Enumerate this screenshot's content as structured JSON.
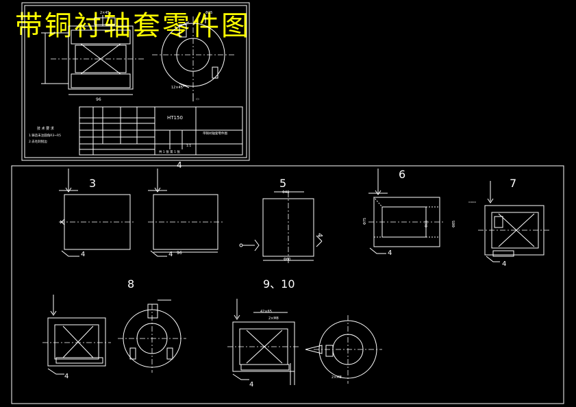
{
  "title": "带铜衬轴套零件图",
  "drawing": {
    "material": "HT150",
    "part_name": "带铜衬轴套零件图",
    "tech_heading": "技 术 要 求",
    "tech_line1": "1.铸造未注圆角R3~R5",
    "tech_line2": "2.去毛刺锐边",
    "scale": "1:1",
    "sheets": "共 1 张 第 1 张",
    "dim_96": "96",
    "dim_2x45": "2×45",
    "dim_12x45": "12×45°",
    "dim_phi25": "Φ25"
  },
  "steps": {
    "s3": "3",
    "s4": "4",
    "s5": "5",
    "s6": "6",
    "s7": "7",
    "s8": "8",
    "s9_10": "9、10"
  },
  "dims": {
    "d4": "4",
    "d96": "96",
    "phi48": "Φ48",
    "phi60": "Φ60",
    "phi75": "Φ75",
    "phi85": "Φ85",
    "phi66": "Φ66",
    "d42x65": "42×65",
    "d2xM8": "2×M8"
  }
}
